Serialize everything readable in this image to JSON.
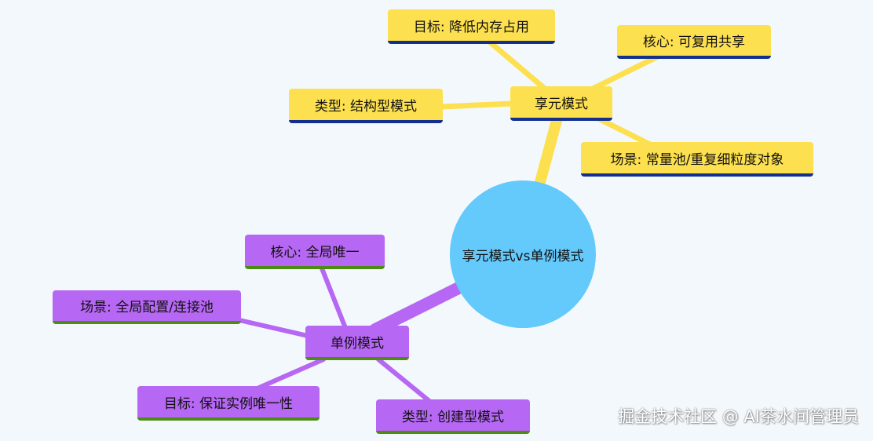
{
  "colors": {
    "background": "#f3f8fc",
    "center_fill": "#64c9fb",
    "flyweight_fill": "#fde04f",
    "flyweight_underline": "#13308f",
    "singleton_fill": "#b667f4",
    "singleton_underline": "#4d8c12"
  },
  "center": {
    "label": "享元模式vs单例模式"
  },
  "flyweight": {
    "label": "享元模式",
    "children": {
      "goal": "目标: 降低内存占用",
      "core": "核心: 可复用共享",
      "type": "类型: 结构型模式",
      "scenario": "场景: 常量池/重复细粒度对象"
    }
  },
  "singleton": {
    "label": "单例模式",
    "children": {
      "core": "核心: 全局唯一",
      "scenario": "场景: 全局配置/连接池",
      "goal": "目标: 保证实例唯一性",
      "type": "类型: 创建型模式"
    }
  },
  "watermark": "掘金技术社区 @ AI茶水间管理员"
}
